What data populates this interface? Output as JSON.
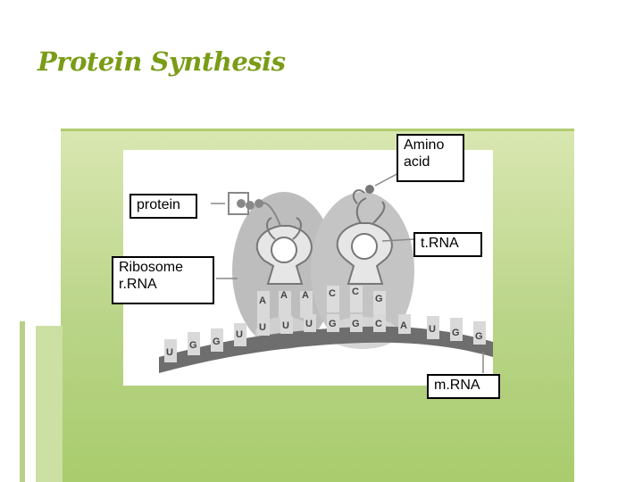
{
  "title": "Protein Synthesis",
  "labels": {
    "amino_acid": "Amino acid",
    "protein": "protein",
    "trna": "t.RNA",
    "ribosome": "Ribosome r.RNA",
    "mrna": "m.RNA"
  },
  "codons": {
    "mrna_bases": [
      "U",
      "G",
      "G",
      "U",
      "U",
      "U",
      "U",
      "G",
      "G",
      "C",
      "A",
      "U",
      "G",
      "G"
    ],
    "anticodons_left": [
      "A",
      "A",
      "A"
    ],
    "anticodons_right": [
      "C",
      "C",
      "G"
    ]
  },
  "colors": {
    "title": "#7a9c17",
    "panel": "#b9d487"
  }
}
